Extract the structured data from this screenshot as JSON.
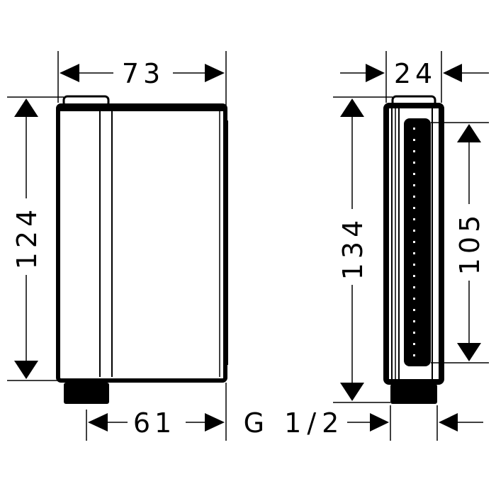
{
  "drawing": {
    "type": "technical-dimension-drawing",
    "line_color": "#000000",
    "background": "#ffffff"
  },
  "front_view": {
    "width_label": "73",
    "height_label": "124",
    "bottom_width_label": "61"
  },
  "side_view": {
    "width_label": "24",
    "height_label": "134",
    "nozzle_length_label": "105",
    "thread_label": "G 1/2"
  }
}
